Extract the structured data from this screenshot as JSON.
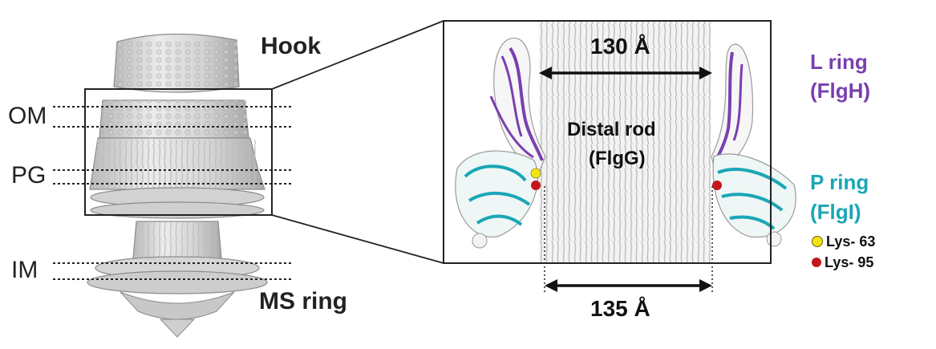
{
  "labels": {
    "hook": "Hook",
    "om": "OM",
    "pg": "PG",
    "im": "IM",
    "ms_ring": "MS ring",
    "width_top": "130 Å",
    "width_bottom": "135 Å",
    "distal_rod_line1": "Distal rod",
    "distal_rod_line2": "(FlgG)",
    "l_ring_line1": "L ring",
    "l_ring_line2": "(FlgH)",
    "p_ring_line1": "P ring",
    "p_ring_line2": "(FlgI)"
  },
  "legend": [
    {
      "label": "Lys- 63",
      "color": "#f2e313"
    },
    {
      "label": "Lys- 95",
      "color": "#c4161c"
    }
  ],
  "colors": {
    "l_ring": "#7a3fb0",
    "p_ring": "#1aa6b5",
    "density": "#d9d9d9",
    "density_edge": "#8c8c8c",
    "text": "#222222"
  }
}
